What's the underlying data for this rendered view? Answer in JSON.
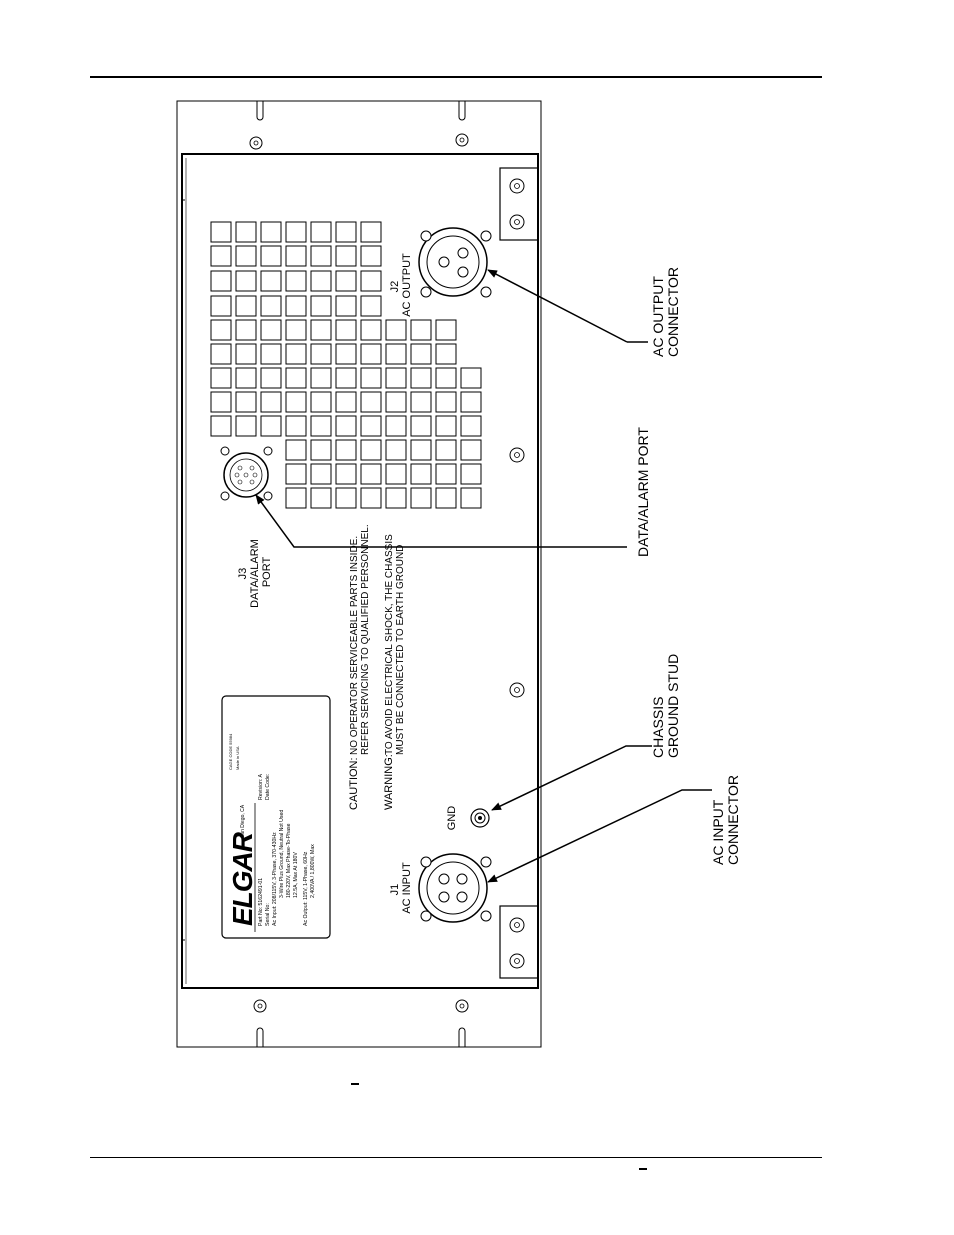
{
  "callouts": {
    "ac_output_connector": [
      "AC OUTPUT",
      "CONNECTOR"
    ],
    "data_alarm_port": "DATA/ALARM PORT",
    "chassis_ground_stud": [
      "CHASSIS",
      "GROUND STUD"
    ],
    "ac_input_connector": [
      "AC INPUT",
      "CONNECTOR"
    ]
  },
  "panel_labels": {
    "j2": [
      "J2",
      "AC OUTPUT"
    ],
    "j3": [
      "J3",
      "DATA/ALARM",
      "PORT"
    ],
    "j1": [
      "J1",
      "AC INPUT"
    ],
    "gnd": "GND"
  },
  "notices": {
    "caution_label": "CAUTION:",
    "caution_text": [
      "NO OPERATOR SERVICEABLE PARTS INSIDE.",
      "REFER SERVICING TO QUALIFIED PERSONNEL."
    ],
    "warning_label": "WARNING:",
    "warning_text": [
      "TO AVOID ELECTRICAL SHOCK, THE CHASSIS",
      "MUST BE CONNECTED TO EARTH GROUND"
    ]
  },
  "nameplate": {
    "brand": "ELGAR",
    "location": "San Diego, CA",
    "cage": "CAGE CODE 55984",
    "made_in": "Made in USA",
    "lines": [
      "Part No: 5162491-01",
      "Serial No:",
      "Ac Input:  208/115V, 3-Phase, 370-430Hz",
      "3-Wire Plus Ground, Neutral Not Used",
      "180-220V, Max Phase-To-Phase",
      "12.5A, Max At 180V",
      "Ac Output:  115V, 1-Phase, 60Hz",
      "2,400VA / 1,800W, Max"
    ],
    "revision": "Revision: A",
    "date_code": "Date Code:"
  }
}
